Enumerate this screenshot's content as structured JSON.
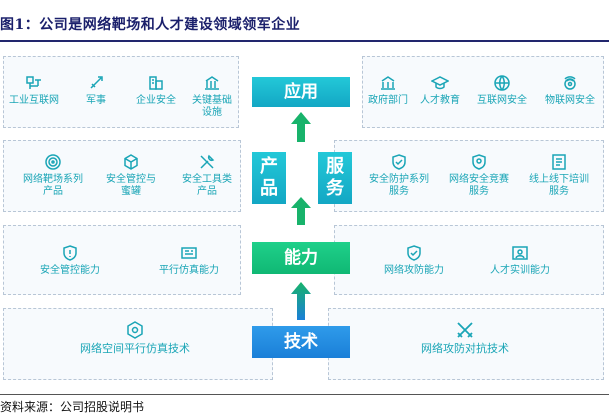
{
  "title": "图1：公司是网络靶场和人才建设领域领军企业",
  "source": "资料来源：公司招股说明书",
  "layers": {
    "application": {
      "center_label": "应用",
      "left_items": [
        {
          "icon": "factory-network-icon",
          "label": "工业互联网"
        },
        {
          "icon": "missile-icon",
          "label": "军事"
        },
        {
          "icon": "enterprise-building-icon",
          "label": "企业安全"
        },
        {
          "icon": "infrastructure-building-icon",
          "label": "关键基础\n设施"
        }
      ],
      "right_items": [
        {
          "icon": "government-building-icon",
          "label": "政府部门"
        },
        {
          "icon": "graduation-cap-icon",
          "label": "人才教育"
        },
        {
          "icon": "globe-icon",
          "label": "互联网安全"
        },
        {
          "icon": "iot-icon",
          "label": "物联网安全"
        }
      ]
    },
    "product_service": {
      "left_label": "产品",
      "right_label": "服务",
      "left_items": [
        {
          "icon": "target-icon",
          "label": "网络靶场系列\n产品"
        },
        {
          "icon": "cube-icon",
          "label": "安全管控与\n蜜罐"
        },
        {
          "icon": "tools-icon",
          "label": "安全工具类\n产品"
        }
      ],
      "right_items": [
        {
          "icon": "shield-check-icon",
          "label": "安全防护系列\n服务"
        },
        {
          "icon": "trophy-shield-icon",
          "label": "网络安全竞赛\n服务"
        },
        {
          "icon": "training-doc-icon",
          "label": "线上线下培训\n服务"
        }
      ]
    },
    "capability": {
      "center_label": "能力",
      "left_items": [
        {
          "icon": "shield-alert-icon",
          "label": "安全管控能力"
        },
        {
          "icon": "parallel-sim-icon",
          "label": "平行仿真能力"
        }
      ],
      "right_items": [
        {
          "icon": "shield-defense-icon",
          "label": "网络攻防能力"
        },
        {
          "icon": "user-card-icon",
          "label": "人才实训能力"
        }
      ]
    },
    "technology": {
      "center_label": "技术",
      "left_items": [
        {
          "icon": "hexagon-network-icon",
          "label": "网络空间平行仿真技术"
        }
      ],
      "right_items": [
        {
          "icon": "crossed-swords-icon",
          "label": "网络攻防对抗技术"
        }
      ]
    }
  },
  "colors": {
    "teal_box": "#1bb8cc",
    "green_box": "#14c07c",
    "blue_box": "#2189df",
    "item_text": "#1aa5b6",
    "arrow": "#18b36b"
  }
}
